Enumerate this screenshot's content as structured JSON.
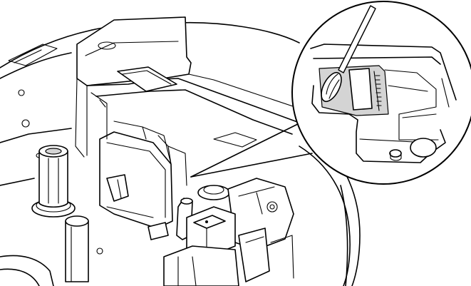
{
  "figure": {
    "type": "line-art-illustration",
    "icons": [
      "printer-mechanism",
      "print-head",
      "cotton-swab",
      "magnifier-callout"
    ]
  }
}
